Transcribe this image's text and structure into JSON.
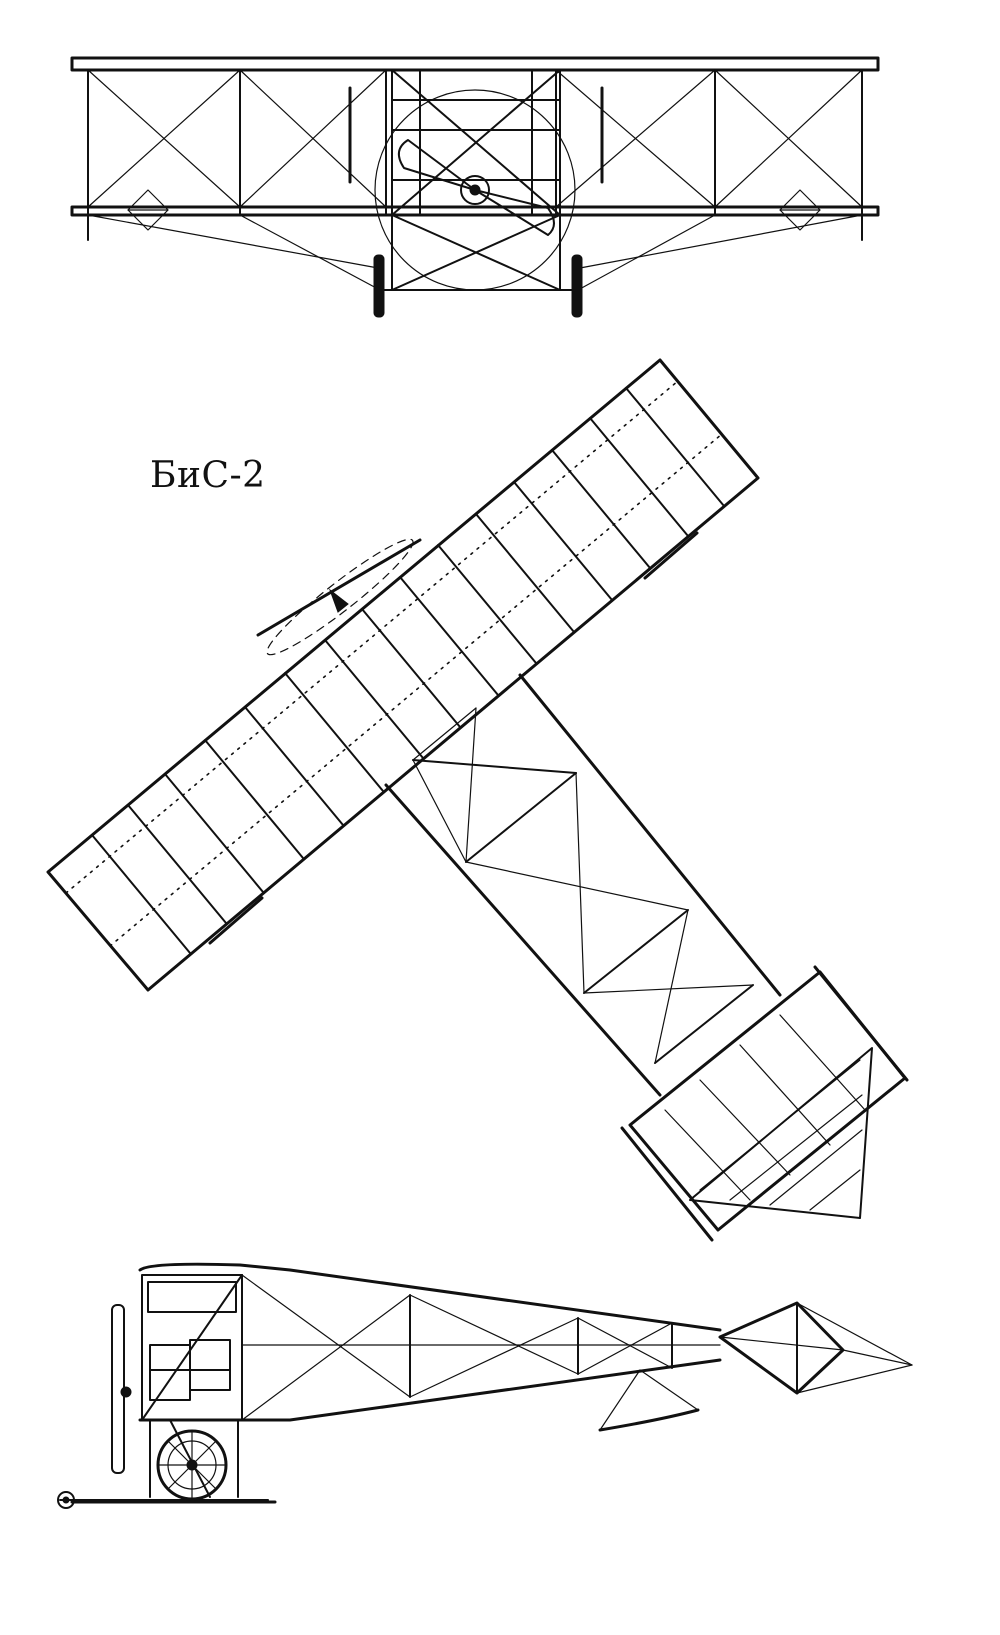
{
  "drawing": {
    "label": "БиС-2",
    "ink_color": "#111111",
    "paper_color": "#ffffff",
    "views": [
      "front-view",
      "top-view",
      "side-view"
    ]
  }
}
